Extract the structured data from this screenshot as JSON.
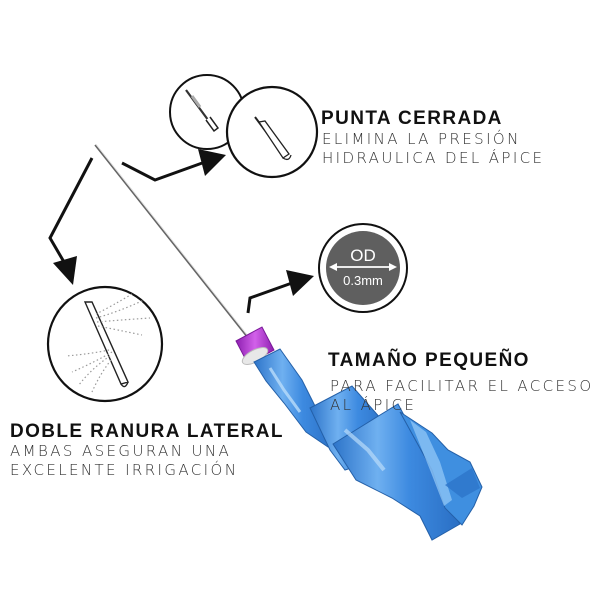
{
  "features": {
    "closed_tip": {
      "title": "PUNTA CERRADA",
      "desc_line1": "ELIMINA LA PRESIÓN",
      "desc_line2": "HIDRAULICA DEL ÁPICE"
    },
    "small_size": {
      "title": "TAMAÑO PEQUEÑO",
      "desc_line1": "PARA FACILITAR EL ACCESO",
      "desc_line2": "AL ÁPICE"
    },
    "double_slot": {
      "title": "DOBLE RANURA LATERAL",
      "desc_line1": "AMBAS ASEGURAN UNA",
      "desc_line2": "EXCELENTE IRRIGACIÓN"
    }
  },
  "od_badge": {
    "label": "OD",
    "value": "0.3mm"
  },
  "colors": {
    "hub_blue": "#3f8fe0",
    "hub_light": "#8cc3f5",
    "collar_purple": "#b13ad0",
    "badge_gray": "#5f5f5f"
  },
  "icons": [
    "arrow-icon",
    "needle-tip-icon",
    "spray-icon"
  ]
}
